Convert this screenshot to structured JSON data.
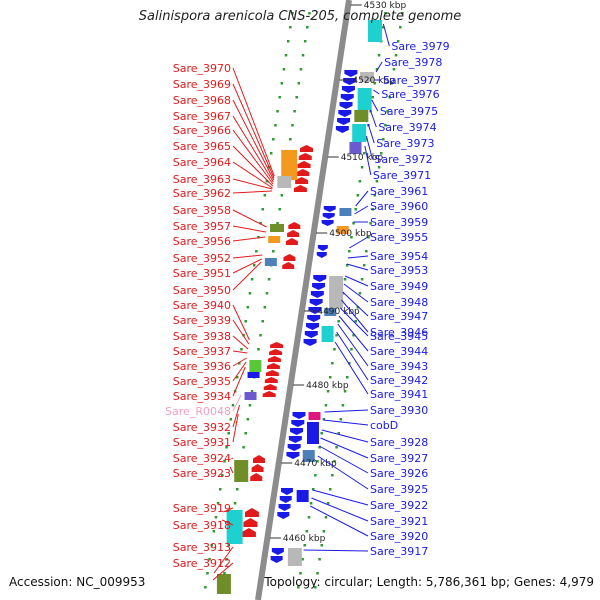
{
  "header": {
    "title": "Salinispora arenicola CNS-205, complete genome",
    "accession": "Accession: NC_009953",
    "summary": "Topology: circular; Length: 5,786,361 bp; Genes: 4,979"
  },
  "colors": {
    "left_strand": "#e31a1c",
    "right_strand": "#1a1ae8",
    "rna_label": "#f0a0c0"
  },
  "ruler": {
    "labels": [
      "4530 kbp",
      "4520 kbp",
      "4510 kbp",
      "4500 kbp",
      "4490 kbp",
      "4480 kbp",
      "4470 kbp",
      "4460 kbp"
    ]
  },
  "left_genes": [
    "Sare_3970",
    "Sare_3969",
    "Sare_3968",
    "Sare_3967",
    "Sare_3966",
    "Sare_3965",
    "Sare_3964",
    "Sare_3963",
    "Sare_3962",
    "Sare_3958",
    "Sare_3957",
    "Sare_3956",
    "Sare_3952",
    "Sare_3951",
    "Sare_3950",
    "Sare_3940",
    "Sare_3939",
    "Sare_3938",
    "Sare_3937",
    "Sare_3936",
    "Sare_3935",
    "Sare_3934",
    "Sare_R0048",
    "Sare_3932",
    "Sare_3931",
    "Sare_3924",
    "Sare_3923",
    "Sare_3919",
    "Sare_3918",
    "Sare_3913",
    "Sare_3912"
  ],
  "right_genes": [
    "Sare_3979",
    "Sare_3978",
    "Sare_3977",
    "Sare_3976",
    "Sare_3975",
    "Sare_3974",
    "Sare_3973",
    "Sare_3972",
    "Sare_3971",
    "Sare_3961",
    "Sare_3960",
    "Sare_3959",
    "Sare_3955",
    "Sare_3954",
    "Sare_3953",
    "Sare_3949",
    "Sare_3948",
    "Sare_3947",
    "Sare_3946",
    "Sare_3945",
    "Sare_3944",
    "Sare_3943",
    "Sare_3942",
    "Sare_3941",
    "Sare_3930",
    "cobD",
    "Sare_3928",
    "Sare_3927",
    "Sare_3926",
    "Sare_3925",
    "Sare_3922",
    "Sare_3921",
    "Sare_3920",
    "Sare_3917"
  ]
}
